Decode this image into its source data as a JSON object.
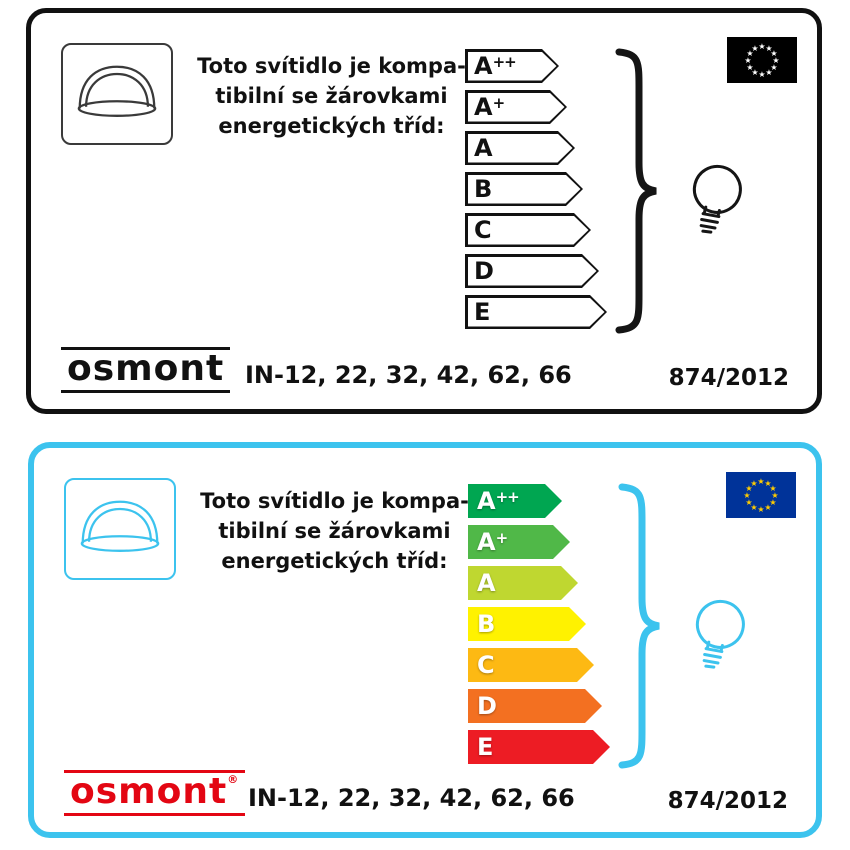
{
  "cards": [
    {
      "border_color": "#111111",
      "icon_color": "#3a3a3a",
      "accent": "#151515",
      "flag_bg": "#000000",
      "flag_star": "#ffffff",
      "compat_lines": [
        "Toto svítidlo je kompa-",
        "tibilní se žárovkami",
        "energetických tříd:"
      ],
      "classes": [
        {
          "letter": "A",
          "sup": "++",
          "fill": "#ffffff",
          "edge": "#111111",
          "text": "#111111"
        },
        {
          "letter": "A",
          "sup": "+",
          "fill": "#ffffff",
          "edge": "#111111",
          "text": "#111111"
        },
        {
          "letter": "A",
          "sup": "",
          "fill": "#ffffff",
          "edge": "#111111",
          "text": "#111111"
        },
        {
          "letter": "B",
          "sup": "",
          "fill": "#ffffff",
          "edge": "#111111",
          "text": "#111111"
        },
        {
          "letter": "C",
          "sup": "",
          "fill": "#ffffff",
          "edge": "#111111",
          "text": "#111111"
        },
        {
          "letter": "D",
          "sup": "",
          "fill": "#ffffff",
          "edge": "#111111",
          "text": "#111111"
        },
        {
          "letter": "E",
          "sup": "",
          "fill": "#ffffff",
          "edge": "#111111",
          "text": "#111111"
        }
      ],
      "logo_text": "osmont",
      "logo_reg": "",
      "logo_color": "#111111",
      "models_text": "IN-12, 22, 32, 42, 62, 66",
      "regulation_text": "874/2012"
    },
    {
      "border_color": "#3cc3ee",
      "icon_color": "#3cc3ee",
      "accent": "#3cc3ee",
      "flag_bg": "#003399",
      "flag_star": "#ffcc00",
      "compat_lines": [
        "Toto svítidlo je kompa-",
        "tibilní se žárovkami",
        "energetických tříd:"
      ],
      "classes": [
        {
          "letter": "A",
          "sup": "++",
          "fill": "#00a651",
          "edge": "#00a651",
          "text": "#ffffff"
        },
        {
          "letter": "A",
          "sup": "+",
          "fill": "#50b848",
          "edge": "#50b848",
          "text": "#ffffff"
        },
        {
          "letter": "A",
          "sup": "",
          "fill": "#bfd730",
          "edge": "#bfd730",
          "text": "#ffffff"
        },
        {
          "letter": "B",
          "sup": "",
          "fill": "#fff200",
          "edge": "#fff200",
          "text": "#ffffff"
        },
        {
          "letter": "C",
          "sup": "",
          "fill": "#fdb913",
          "edge": "#fdb913",
          "text": "#ffffff"
        },
        {
          "letter": "D",
          "sup": "",
          "fill": "#f37021",
          "edge": "#f37021",
          "text": "#ffffff"
        },
        {
          "letter": "E",
          "sup": "",
          "fill": "#ed1c24",
          "edge": "#ed1c24",
          "text": "#ffffff"
        }
      ],
      "logo_text": "osmont",
      "logo_reg": "®",
      "logo_color": "#e30613",
      "models_text": "IN-12, 22, 32, 42, 62, 66",
      "regulation_text": "874/2012"
    }
  ]
}
